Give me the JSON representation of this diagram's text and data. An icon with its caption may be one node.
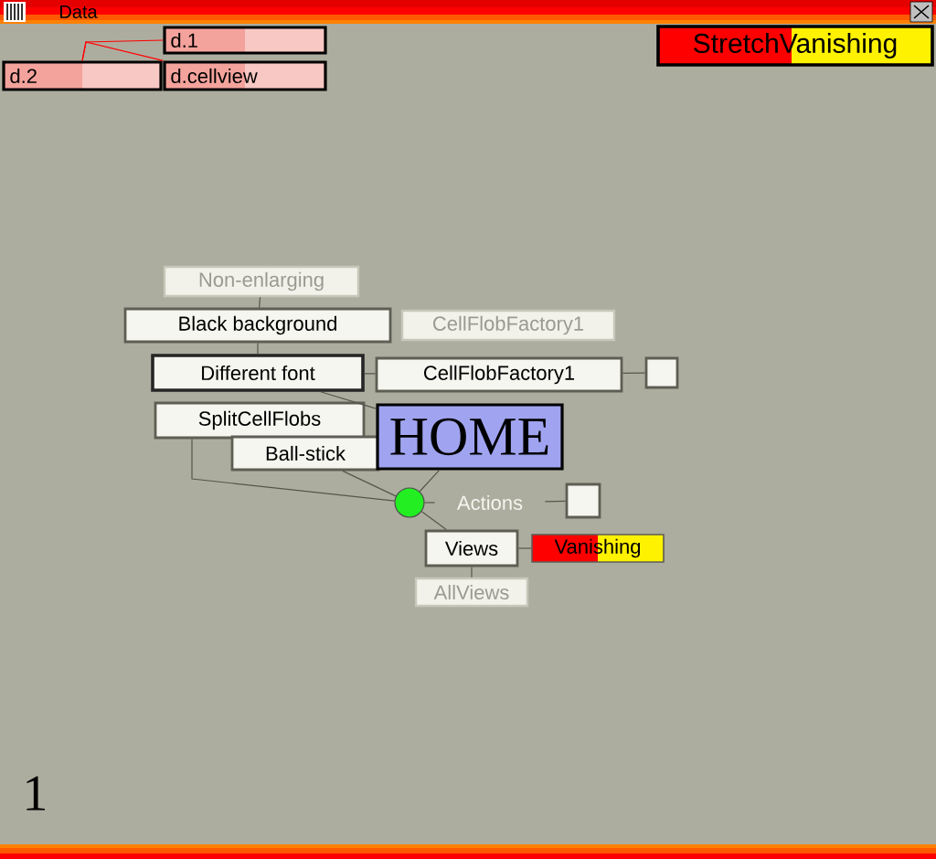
{
  "diagram": {
    "title": "Data",
    "nodes": [
      {
        "text": [
          "d.1"
        ]
      },
      {
        "text": [
          "d.2"
        ]
      },
      {
        "text": [
          "d.cellview"
        ]
      },
      {
        "text": [
          "StretchVanishing"
        ]
      },
      {
        "text": [
          "Non-enlarging"
        ]
      },
      {
        "text": [
          "Black background"
        ]
      },
      {
        "text": [
          "CellFlobFactory1"
        ]
      },
      {
        "text": [
          "Different font"
        ]
      },
      {
        "text": [
          "CellFlobFactory1"
        ]
      },
      {
        "text": [],
        "shape": "box"
      },
      {
        "text": [
          "SplitCellFlobs"
        ]
      },
      {
        "text": [
          "Ball-stick"
        ]
      },
      {
        "text": [
          "HOME"
        ]
      },
      {
        "text": [],
        "shape": "circle"
      },
      {
        "text": [
          "Actions"
        ]
      },
      {
        "text": [],
        "shape": "box"
      },
      {
        "text": [
          "Views"
        ]
      },
      {
        "text": [
          "Vanishing"
        ]
      },
      {
        "text": [
          "AllViews"
        ]
      }
    ],
    "edges": [
      {
        "from": 1,
        "to": 0,
        "arrow": "none",
        "color": "#ff0000"
      },
      {
        "from": 1,
        "to": 2,
        "arrow": "none",
        "color": "#ff0000"
      },
      {
        "from": 4,
        "to": 5,
        "arrow": "none"
      },
      {
        "from": 5,
        "to": 7,
        "arrow": "none"
      },
      {
        "from": 7,
        "to": 8,
        "arrow": "none"
      },
      {
        "from": 8,
        "to": 9,
        "arrow": "none"
      },
      {
        "from": 7,
        "to": 12,
        "arrow": "none"
      },
      {
        "from": 10,
        "to": 13,
        "arrow": "none"
      },
      {
        "from": 11,
        "to": 13,
        "arrow": "none"
      },
      {
        "from": 12,
        "to": 13,
        "arrow": "none"
      },
      {
        "from": 13,
        "to": 14,
        "arrow": "none"
      },
      {
        "from": 14,
        "to": 15,
        "arrow": "none"
      },
      {
        "from": 13,
        "to": 16,
        "arrow": "none"
      },
      {
        "from": 16,
        "to": 17,
        "arrow": "none"
      },
      {
        "from": 16,
        "to": 18,
        "arrow": "none"
      }
    ],
    "labels": [
      "1"
    ]
  }
}
